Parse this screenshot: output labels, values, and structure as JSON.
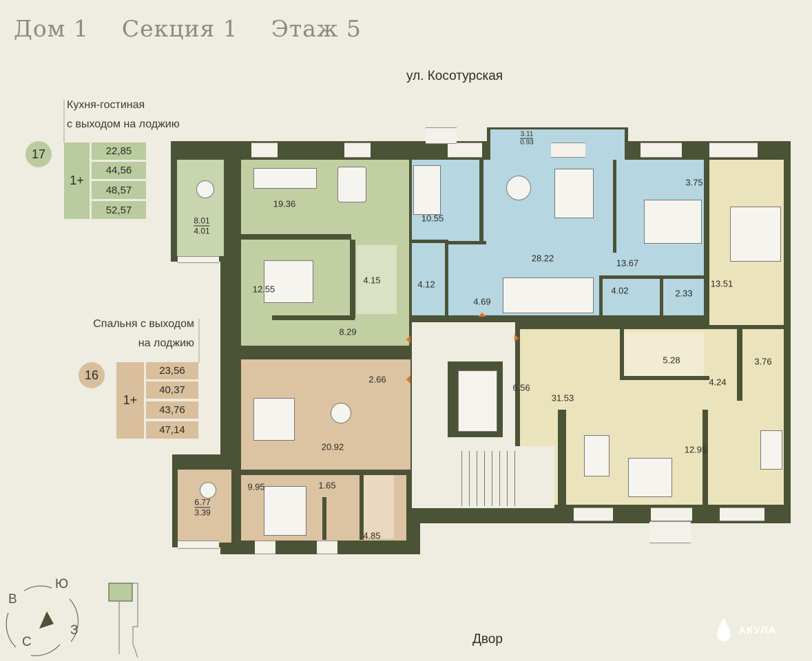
{
  "header": {
    "house": "Дом 1",
    "section": "Секция 1",
    "floor": "Этаж 5"
  },
  "street": "ул. Косотурская",
  "yard": "Двор",
  "legend": [
    {
      "number": "17",
      "caption_line1": "Кухня-гостиная",
      "caption_line2": "с выходом на лоджию",
      "rooms": "1+",
      "areas": [
        "22,85",
        "44,56",
        "48,57",
        "52,57"
      ],
      "color": "#b9cb9f"
    },
    {
      "number": "16",
      "caption_line1": "Спальня с выходом",
      "caption_line2": "на лоджию",
      "rooms": "1+",
      "areas": [
        "23,56",
        "40,37",
        "43,76",
        "47,14"
      ],
      "color": "#d9bf9c"
    }
  ],
  "apartments": {
    "green": {
      "r1": "19.36",
      "loggia_a": "8.01",
      "loggia_b": "4.01",
      "r2": "12.55",
      "r3": "4.15",
      "r4": "8.29"
    },
    "tan": {
      "r1": "2.66",
      "r2": "20.92",
      "r3": "9.95",
      "r4": "1.65",
      "loggia_a": "6.77",
      "loggia_b": "3.39",
      "r5": "4.85"
    },
    "blue": {
      "balcony_a": "3.11",
      "balcony_b": "0.93",
      "r1": "10.55",
      "r2": "28.22",
      "r3": "13.67",
      "r4": "4.12",
      "r5": "4.69",
      "r6": "4.02",
      "r7": "2.33"
    },
    "yellow": {
      "r1": "3.75",
      "r2": "13.51",
      "r3": "3.76",
      "r4": "4.24",
      "r5": "5.28",
      "r6": "6.56",
      "r7": "31.53",
      "r8": "12.95"
    }
  },
  "compass": {
    "south": "Ю",
    "east": "В",
    "west": "З",
    "north": "С"
  },
  "logo": "АКУЛА",
  "colors": {
    "wall": "#4b5337",
    "green": "#c2cfa3",
    "tan": "#dcc3a2",
    "blue": "#b6d6e1",
    "yellow": "#ebe3bb",
    "entry_arrow": "#e0702a"
  }
}
